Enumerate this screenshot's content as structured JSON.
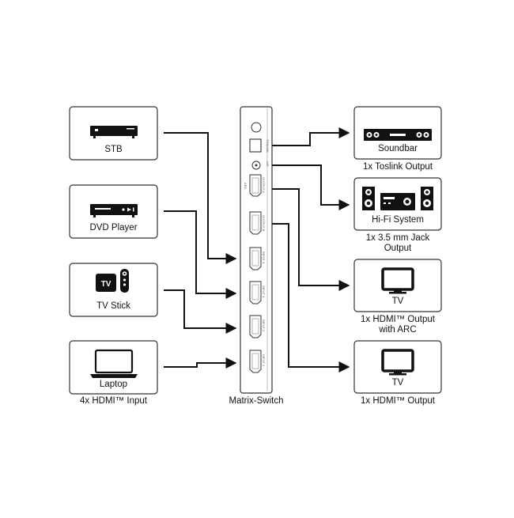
{
  "inputs": {
    "stb": "STB",
    "dvd": "DVD Player",
    "tvstick": "TV Stick",
    "laptop": "Laptop",
    "caption": "4x HDMI™ Input"
  },
  "switch": {
    "caption": "Matrix-Switch",
    "ports": {
      "toslink": "TOSLINK",
      "jack": "L/R",
      "out_a": "OUTPUT A",
      "arc": "ARC",
      "out_b": "OUTPUT B",
      "in4": "INPUT 4",
      "in3": "INPUT 3",
      "in2": "INPUT 2",
      "in1": "INPUT 1"
    }
  },
  "outputs": {
    "soundbar": "Soundbar",
    "soundbar_caption": "1x Toslink Output",
    "hifi": "Hi-Fi System",
    "hifi_caption_1": "1x 3.5 mm Jack",
    "hifi_caption_2": "Output",
    "tv1": "TV",
    "tv1_caption_1": "1x HDMI™ Output",
    "tv1_caption_2": "with ARC",
    "tv2": "TV",
    "tv2_caption": "1x HDMI™ Output"
  },
  "icons": [
    "stb-icon",
    "dvd-player-icon",
    "tv-stick-icon",
    "laptop-icon",
    "soundbar-icon",
    "hifi-system-icon",
    "tv-icon"
  ]
}
